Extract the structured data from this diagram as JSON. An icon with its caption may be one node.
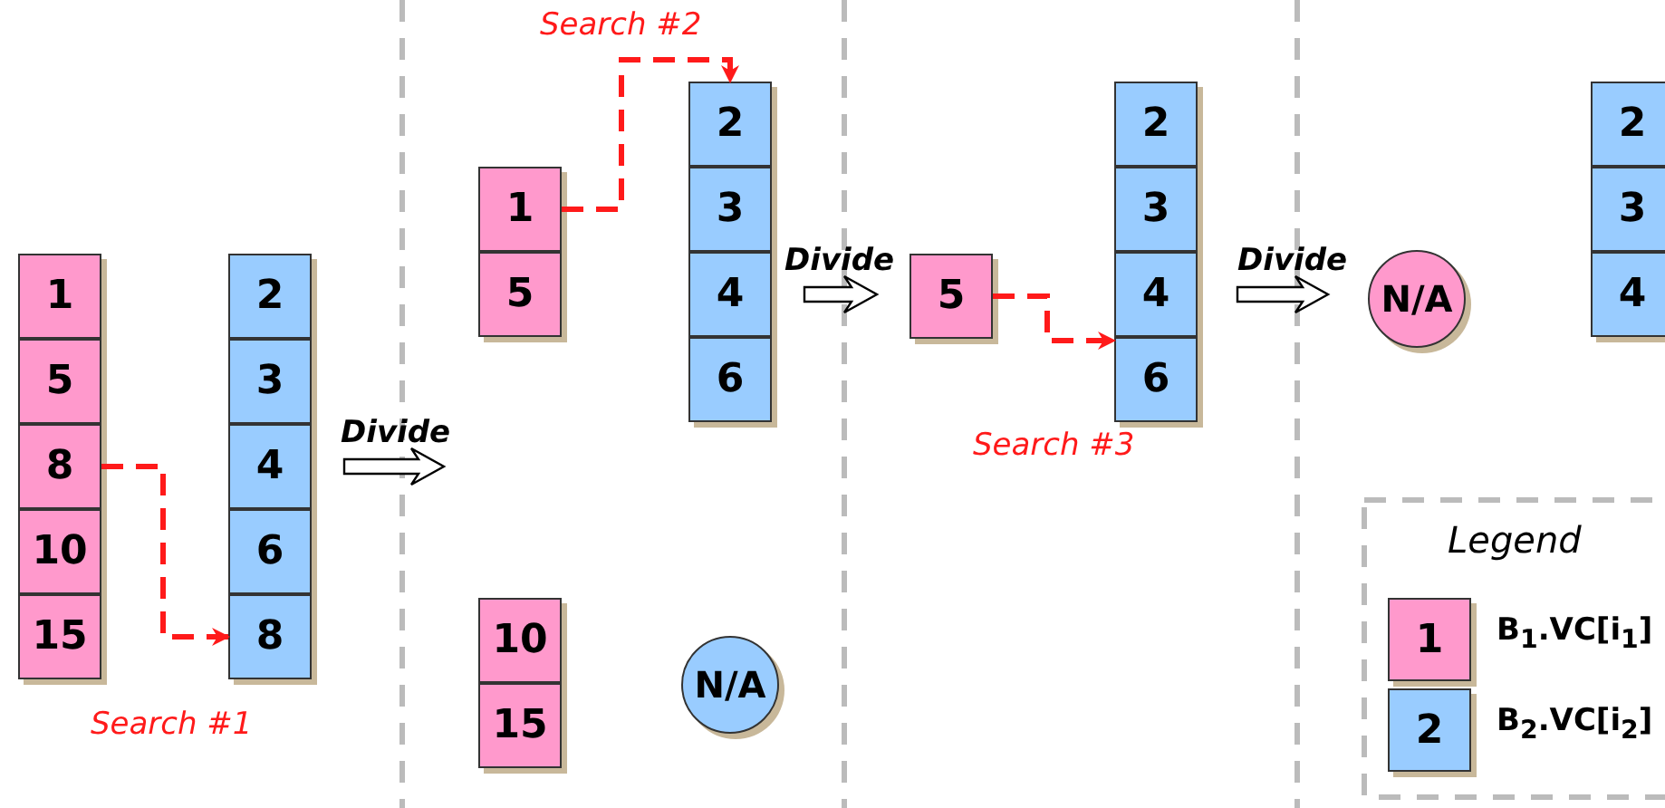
{
  "diagram": {
    "nodes": [
      {
        "text": [
          "1"
        ]
      },
      {
        "text": [
          "5"
        ]
      },
      {
        "text": [
          "8"
        ]
      },
      {
        "text": [
          "10"
        ]
      },
      {
        "text": [
          "15"
        ]
      },
      {
        "text": [
          "2"
        ]
      },
      {
        "text": [
          "3"
        ]
      },
      {
        "text": [
          "4"
        ]
      },
      {
        "text": [
          "6"
        ]
      },
      {
        "text": [
          "8"
        ]
      },
      {
        "text": [
          "1"
        ]
      },
      {
        "text": [
          "5"
        ]
      },
      {
        "text": [
          "2"
        ]
      },
      {
        "text": [
          "3"
        ]
      },
      {
        "text": [
          "4"
        ]
      },
      {
        "text": [
          "6"
        ]
      },
      {
        "text": [
          "10"
        ]
      },
      {
        "text": [
          "15"
        ]
      },
      {
        "text": [
          "N/A"
        ]
      },
      {
        "text": [
          "5"
        ]
      },
      {
        "text": [
          "2"
        ]
      },
      {
        "text": [
          "3"
        ]
      },
      {
        "text": [
          "4"
        ]
      },
      {
        "text": [
          "6"
        ]
      },
      {
        "text": [
          "N/A"
        ]
      },
      {
        "text": [
          "2"
        ]
      },
      {
        "text": [
          "3"
        ]
      },
      {
        "text": [
          "4"
        ]
      }
    ],
    "edges": [
      {
        "from": 2,
        "to": 9,
        "arrow": "to",
        "label": "Search #1",
        "style": "dashed"
      },
      {
        "from": 10,
        "to": 12,
        "arrow": "to",
        "label": "Search #2",
        "style": "dashed"
      },
      {
        "from": 19,
        "to": 23,
        "arrow": "to",
        "label": "Search #3",
        "style": "dashed"
      },
      {
        "from": 7,
        "to": null,
        "arrow": "to",
        "label": "Divide"
      },
      {
        "from": 14,
        "to": 19,
        "arrow": "to",
        "label": "Divide"
      },
      {
        "from": 22,
        "to": 24,
        "arrow": "to",
        "label": "Divide"
      }
    ],
    "labels": [
      "Legend",
      "1",
      "2"
    ],
    "legend": [
      {
        "text": "B$_{1}$.VC[i$_{1}$]",
        "color": "#ff99cc"
      },
      {
        "text": "B$_{2}$.VC[i$_{2}$]",
        "color": "#99ccff"
      }
    ]
  }
}
